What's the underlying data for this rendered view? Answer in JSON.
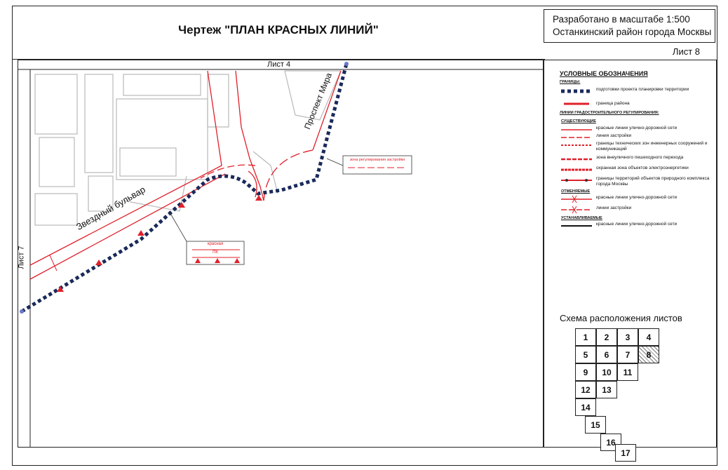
{
  "title": "Чертеж \"ПЛАН КРАСНЫХ ЛИНИЙ\"",
  "scale_box": {
    "line1": "Разработано в масштабе 1:500",
    "line2": "Останкинский район города Москвы"
  },
  "sheet_label": "Лист 8",
  "map": {
    "top_sheet": "Лист 4",
    "left_sheet": "Лист 7",
    "street1": "Звездный бульвар",
    "street2": "Проспект Мира",
    "callout1_top": "красная",
    "callout1_bottom": "ПК",
    "callout2": "зона регулирования застройки"
  },
  "legend": {
    "title": "УСЛОВНЫЕ ОБОЗНАЧЕНИЯ",
    "sub_borders": "ГРАНИЦЫ:",
    "item_planning": "подготовки проекта планировки территории",
    "item_district": "граница района",
    "sub_regulation": "ЛИНИИ ГРАДОСТРОИТЕЛЬНОГО РЕГУЛИРОВАНИЯ:",
    "sub_existing": "СУЩЕСТВУЮЩИЕ",
    "item_red_lines": "красные линии улично-дорожной сети",
    "item_building_line": "линия застройки",
    "item_tech_zones": "границы технических зон инженерных сооружений и коммуникаций",
    "item_pedestrian": "зона внеуличного пешеходного перехода",
    "item_power": "охранная зона объектов электроэнергетики",
    "item_nature": "границы территорий объектов природного комплекса города Москвы",
    "sub_cancelled": "ОТМЕНЯЕМЫЕ",
    "item_cancel_red": "красные линии улично-дорожной сети",
    "item_cancel_building": "линии застройки",
    "sub_established": "УСТАНАВЛИВАЕМЫЕ",
    "item_new_red": "красные линии улично-дорожной сети"
  },
  "schema": {
    "title": "Схема расположения листов",
    "cells": [
      "1",
      "2",
      "3",
      "4",
      "5",
      "6",
      "7",
      "8",
      "9",
      "10",
      "11",
      "12",
      "13",
      "14",
      "15",
      "16",
      "17"
    ],
    "current": "8"
  },
  "colors": {
    "red": "#e0202a",
    "navy": "#1a2a5a",
    "gray": "#c8c8c8"
  }
}
